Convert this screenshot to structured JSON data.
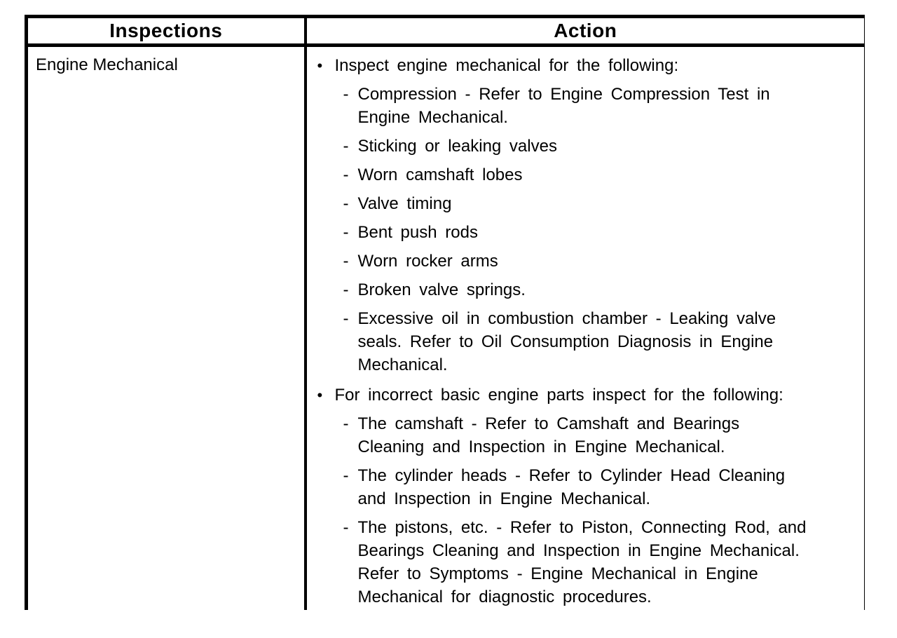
{
  "page": {
    "background_color": "#ffffff",
    "border_color": "#000000",
    "text_color": "#000000"
  },
  "table": {
    "bullet_char": "•",
    "dash_char": "-",
    "columns": [
      {
        "label": "Inspections"
      },
      {
        "label": "Action"
      }
    ],
    "rows": [
      {
        "inspection": "Engine Mechanical",
        "actions": [
          {
            "text": "Inspect engine mechanical for the following:",
            "subitems": [
              "Compression - Refer to Engine Compression Test in Engine Mechanical.",
              "Sticking or leaking valves",
              "Worn camshaft lobes",
              "Valve timing",
              "Bent push rods",
              "Worn rocker arms",
              "Broken valve springs.",
              "Excessive oil in combustion chamber - Leaking valve seals. Refer to Oil Consumption Diagnosis in Engine Mechanical."
            ]
          },
          {
            "text": "For incorrect basic engine parts inspect for the following:",
            "subitems": [
              "The camshaft - Refer to Camshaft and Bearings Cleaning and Inspection in Engine Mechanical.",
              "The cylinder heads - Refer to Cylinder Head Cleaning and Inspection in Engine Mechanical.",
              "The pistons, etc. - Refer to Piston, Connecting Rod, and Bearings Cleaning and Inspection in Engine Mechanical. Refer to Symptoms - Engine Mechanical in Engine Mechanical for diagnostic procedures."
            ]
          }
        ]
      }
    ]
  }
}
